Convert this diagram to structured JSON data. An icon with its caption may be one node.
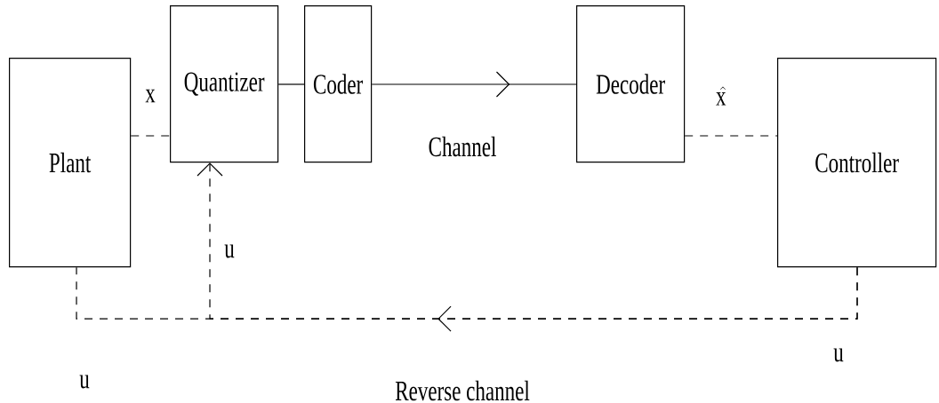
{
  "diagram": {
    "nodes": [
      {
        "text": [
          "Plant"
        ]
      },
      {
        "text": [
          "Quantizer"
        ]
      },
      {
        "text": [
          "Coder"
        ]
      },
      {
        "text": [
          "Decoder"
        ]
      },
      {
        "text": [
          "Controller"
        ]
      }
    ],
    "edges": [
      {
        "from": 0,
        "to": 1,
        "arrow": "none",
        "style": "dashed",
        "label": "x"
      },
      {
        "from": 1,
        "to": 2,
        "arrow": "none"
      },
      {
        "from": 2,
        "to": 3,
        "arrow": "to",
        "label": "Channel"
      },
      {
        "from": 3,
        "to": 4,
        "arrow": "none",
        "style": "dashed",
        "label": "\\hat{\\mathrm{x}}"
      },
      {
        "from": 4,
        "to": 0,
        "arrow": "to",
        "style": "dashed",
        "label": "Reverse channel"
      },
      {
        "from": 4,
        "to": 1,
        "arrow": "to",
        "style": "dashed",
        "label": "u"
      }
    ],
    "labels": [
      "u",
      "u"
    ]
  }
}
